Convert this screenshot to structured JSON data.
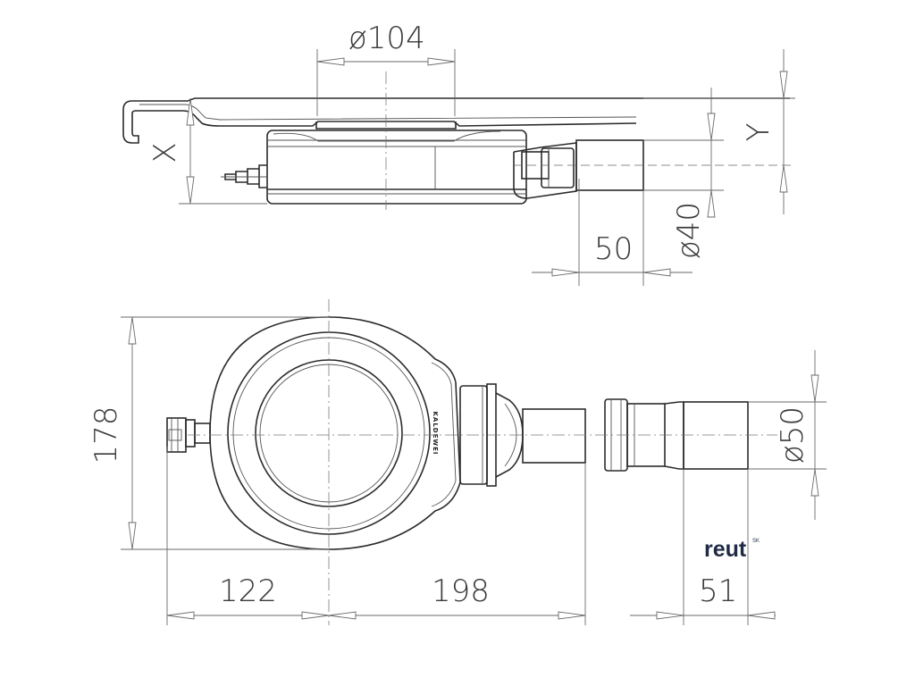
{
  "dimensions": {
    "d104": "ø104",
    "x": "X",
    "y": "Y",
    "d40": "ø40",
    "fifty": "50",
    "d178": "178",
    "d50": "ø50",
    "d122": "122",
    "d198": "198",
    "d51": "51"
  },
  "brand_label": "KALDEWEI",
  "logo": {
    "text": "reut",
    "sup": "SK"
  },
  "colors": {
    "line": "#2b2b2b",
    "dimension": "#6a6a6a",
    "logo": "#1f2a44"
  }
}
